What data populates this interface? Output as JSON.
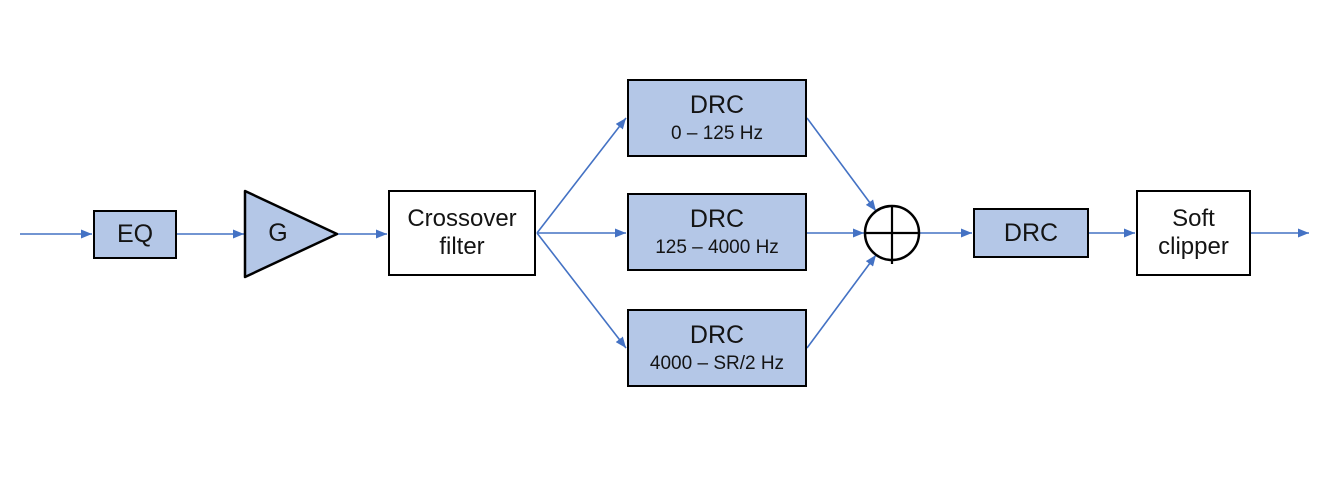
{
  "diagram": {
    "colors": {
      "node_fill": "#b4c7e7",
      "node_border": "#000000",
      "arrow": "#4472c4",
      "background": "#ffffff"
    },
    "nodes": {
      "eq": {
        "label": "EQ"
      },
      "gain": {
        "label": "G",
        "shape": "amplifier-triangle"
      },
      "crossover": {
        "line1": "Crossover",
        "line2": "filter"
      },
      "drc_low": {
        "label": "DRC",
        "sublabel": "0 – 125 Hz"
      },
      "drc_mid": {
        "label": "DRC",
        "sublabel": "125 – 4000 Hz"
      },
      "drc_high": {
        "label": "DRC",
        "sublabel": "4000 – SR/2 Hz"
      },
      "sum": {
        "symbol": "circle-plus-summing-junction"
      },
      "drc_post": {
        "label": "DRC"
      },
      "soft_clipper": {
        "line1": "Soft",
        "line2": "clipper"
      }
    },
    "edges": [
      {
        "from": "input",
        "to": "eq"
      },
      {
        "from": "eq",
        "to": "gain"
      },
      {
        "from": "gain",
        "to": "crossover"
      },
      {
        "from": "crossover",
        "to": "drc_low"
      },
      {
        "from": "crossover",
        "to": "drc_mid"
      },
      {
        "from": "crossover",
        "to": "drc_high"
      },
      {
        "from": "drc_low",
        "to": "sum"
      },
      {
        "from": "drc_mid",
        "to": "sum"
      },
      {
        "from": "drc_high",
        "to": "sum"
      },
      {
        "from": "sum",
        "to": "drc_post"
      },
      {
        "from": "drc_post",
        "to": "soft_clipper"
      },
      {
        "from": "soft_clipper",
        "to": "output"
      }
    ]
  }
}
